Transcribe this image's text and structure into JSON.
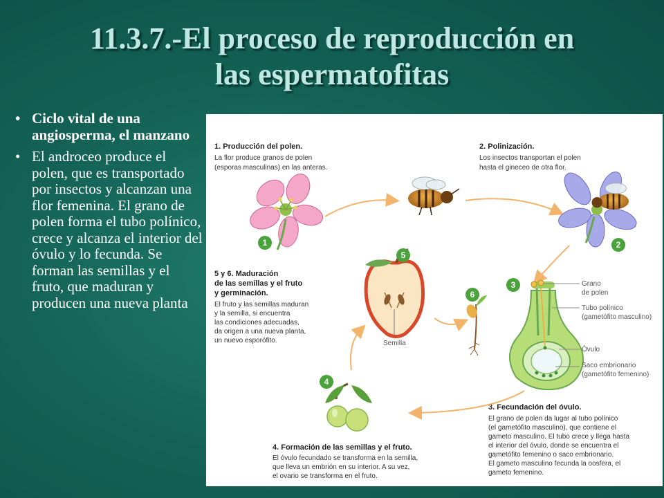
{
  "slide": {
    "title_line1": "11.3.7.-El proceso de reproducción en",
    "title_line2": "las espermatofitas",
    "bullets": [
      "Ciclo vital de una angiosperma, el manzano",
      "El androceo produce el polen, que es transportado por insectos y alcanzan una flor femenina. El grano de polen forma el tubo polínico, crece y alcanza el interior del óvulo y lo fecunda. Se forman las semillas y el fruto, que maduran y producen una nueva planta"
    ]
  },
  "diagram": {
    "step1": {
      "num": "1",
      "heading": "1. Producción del polen.",
      "text": [
        "La flor produce granos de polen",
        "(esporas masculinas) en las anteras."
      ]
    },
    "step2": {
      "num": "2",
      "heading": "2. Polinización.",
      "text": [
        "Los insectos transportan el polen",
        "hasta el gineceo de otra flor."
      ]
    },
    "step3": {
      "num": "3",
      "heading": "3. Fecundación del óvulo.",
      "text": [
        "El grano de polen da lugar al tubo polínico",
        "(el gametófito masculino), que contiene el",
        "gameto masculino. El tubo crece y llega hasta",
        "el interior del óvulo, donde se encuentra el",
        "gametófito femenino o saco embrionario.",
        "El gameto masculino fecunda la oosfera, el",
        "gameto femenino."
      ]
    },
    "step4": {
      "num": "4",
      "heading": "4. Formación de las semillas y el fruto.",
      "text": [
        "El óvulo fecundado se transforma en la semilla,",
        "que lleva un embrión en su interior. A su vez,",
        "el ovario se transforma en el fruto."
      ]
    },
    "step5": {
      "num": "5"
    },
    "step6": {
      "num": "6"
    },
    "step56": {
      "heading": [
        "5 y 6. Maduración",
        "de las semillas y el fruto",
        "y germinación."
      ],
      "text": [
        "El fruto y las semillas maduran",
        "y la semilla, si encuentra",
        "las condiciones adecuadas,",
        "da origen a una nueva planta,",
        "un nuevo esporófito."
      ]
    },
    "labels": {
      "grano": [
        "Grano",
        "de polen"
      ],
      "tubo": [
        "Tubo polínico",
        "(gametófito masculino)"
      ],
      "ovulo": "Óvulo",
      "saco": [
        "Saco embrionario",
        "(gametófito femenino)"
      ],
      "semilla": "Semilla"
    },
    "colors": {
      "arrow": "#f2b36a",
      "badge": "#4aa33a",
      "heading": "#222222"
    }
  }
}
